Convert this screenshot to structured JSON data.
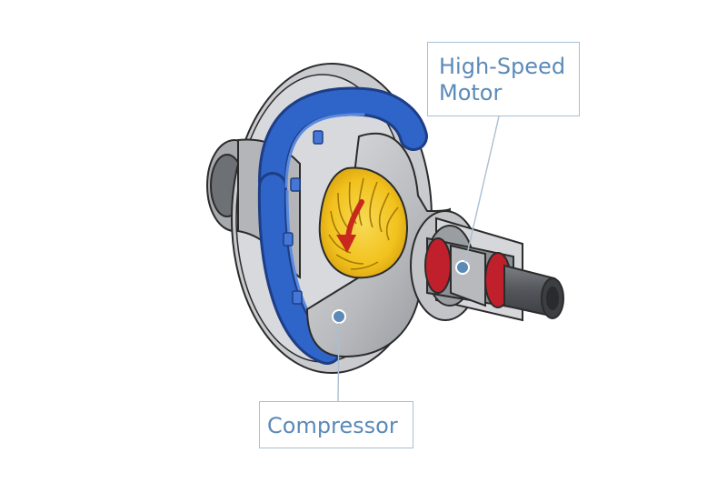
{
  "diagram": {
    "labels": {
      "motor_line1": "High-Speed",
      "motor_line2": "Motor",
      "compressor": "Compressor"
    },
    "colors": {
      "callout_text": "#5b8ab8",
      "callout_border": "#a9bfd3",
      "housing_gray": "#bfc1c4",
      "volute_blue": "#2f64c8",
      "impeller_yellow": "#f2c21e",
      "rotation_arrow_red": "#c8281e",
      "motor_magnet_red": "#c0202c",
      "shaft_dark": "#5e6166"
    }
  }
}
